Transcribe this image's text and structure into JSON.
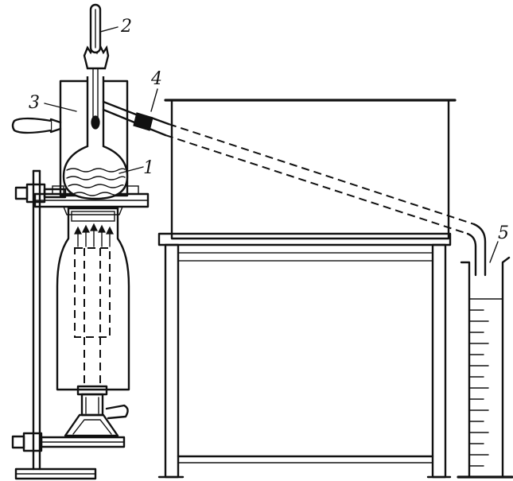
{
  "labels": {
    "l1": "1",
    "l2": "2",
    "l3": "3",
    "l4": "4",
    "l5": "5"
  },
  "colors": {
    "ink": "#111111",
    "paper": "#ffffff"
  }
}
